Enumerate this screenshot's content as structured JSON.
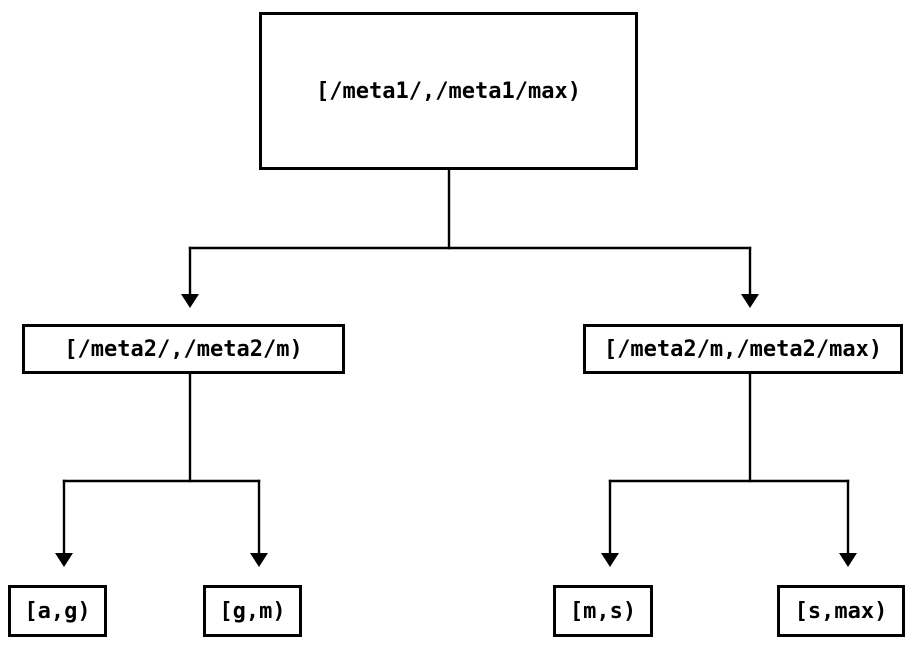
{
  "diagram": {
    "type": "tree",
    "description": "binary-split-of-key-range",
    "root": {
      "label": "[/meta1/,/meta1/max)",
      "children": [
        {
          "label": "[/meta2/,/meta2/m)",
          "children": [
            {
              "label": "[a,g)"
            },
            {
              "label": "[g,m)"
            }
          ]
        },
        {
          "label": "[/meta2/m,/meta2/max)",
          "children": [
            {
              "label": "[m,s)"
            },
            {
              "label": "[s,max)"
            }
          ]
        }
      ]
    },
    "colors": {
      "line": "#000000",
      "box_border": "#000000",
      "text": "#000000",
      "background": "#ffffff"
    }
  }
}
